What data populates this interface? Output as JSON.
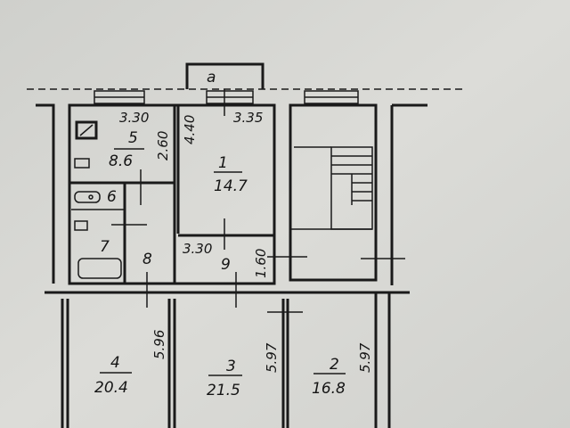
{
  "balcony": {
    "label": "a"
  },
  "rooms": [
    {
      "number": "1",
      "area": "14.7"
    },
    {
      "number": "2",
      "area": "16.8"
    },
    {
      "number": "3",
      "area": "21.5"
    },
    {
      "number": "4",
      "area": "20.4"
    },
    {
      "number": "5",
      "area": "8.6"
    },
    {
      "number": "6"
    },
    {
      "number": "7"
    },
    {
      "number": "8"
    },
    {
      "number": "9"
    }
  ],
  "dimensions": {
    "room5_width": "3.30",
    "room5_depth": "2.60",
    "room1_width": "3.35",
    "room1_depth": "4.40",
    "room9_width": "3.30",
    "room9_depth": "1.60",
    "room4_depth": "5.96",
    "room3_depth": "5.97",
    "room2_depth": "5.97"
  }
}
